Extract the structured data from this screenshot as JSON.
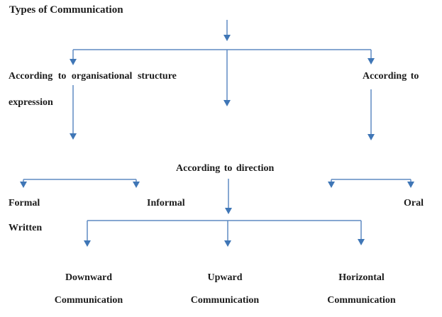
{
  "diagram": {
    "title": "Types of Communication",
    "colors": {
      "line": "#5f8ac2",
      "arrowhead": "#3f76b6",
      "text": "#1c1c1c"
    },
    "nodes": {
      "org_structure_line1": "According to organisational structure",
      "org_structure_line2": "expression",
      "according_to_right": "According to",
      "direction": "According to direction",
      "formal": "Formal",
      "informal": "Informal",
      "oral": "Oral",
      "written": "Written",
      "downward": {
        "line1": "Downward",
        "line2": "Communication"
      },
      "upward": {
        "line1": "Upward",
        "line2": "Communication"
      },
      "horizontal": {
        "line1": "Horizontal",
        "line2": "Communication"
      }
    }
  }
}
